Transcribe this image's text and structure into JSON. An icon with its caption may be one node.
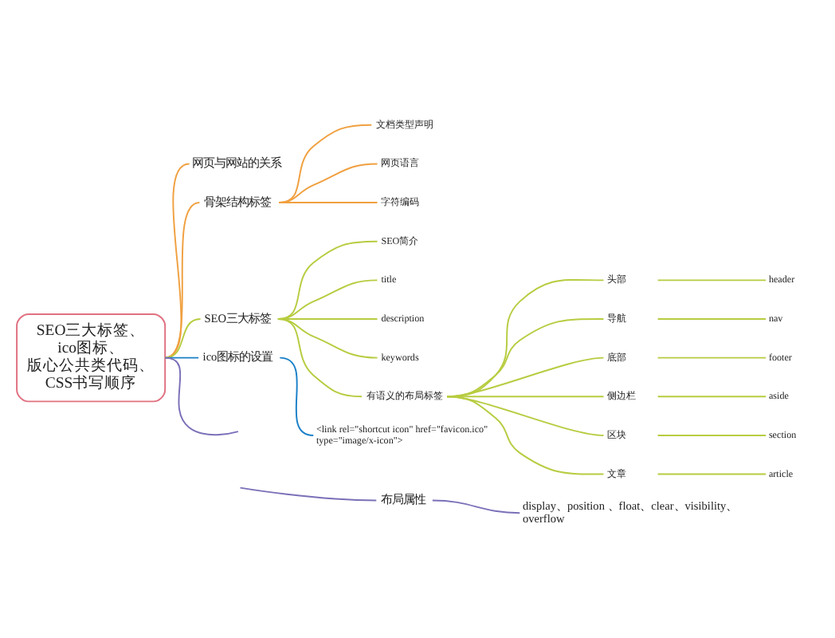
{
  "diagram": {
    "nodes": [
      {
        "text": [
          "SEO三大标签、ico图标、版心公共类代码、CSS书写顺序"
        ]
      },
      {
        "text": [
          "网页与网站的关系"
        ]
      },
      {
        "text": [
          "骨架结构标签"
        ]
      },
      {
        "text": [
          "文档类型声明"
        ]
      },
      {
        "text": [
          "网页语言"
        ]
      },
      {
        "text": [
          "字符编码"
        ]
      },
      {
        "text": [
          "SEO三大标签"
        ]
      },
      {
        "text": [
          "SEO简介"
        ]
      },
      {
        "text": [
          "title"
        ]
      },
      {
        "text": [
          "description"
        ]
      },
      {
        "text": [
          "keywords"
        ]
      },
      {
        "text": [
          "有语义的布局标签"
        ]
      },
      {
        "text": [
          "头部"
        ]
      },
      {
        "text": [
          "header"
        ]
      },
      {
        "text": [
          "导航"
        ]
      },
      {
        "text": [
          "nav"
        ]
      },
      {
        "text": [
          "底部"
        ]
      },
      {
        "text": [
          "footer"
        ]
      },
      {
        "text": [
          "侧边栏"
        ]
      },
      {
        "text": [
          "aside"
        ]
      },
      {
        "text": [
          "区块"
        ]
      },
      {
        "text": [
          "section"
        ]
      },
      {
        "text": [
          "文章"
        ]
      },
      {
        "text": [
          "article"
        ]
      },
      {
        "text": [
          "ico图标的设置"
        ]
      },
      {
        "text": [
          "<link rel=\"shortcut icon\" href=\"favicon.ico\" type=\"image/x-icon\">"
        ]
      },
      {
        "text": [
          "布局属性"
        ]
      },
      {
        "text": [
          "display、position 、float、clear、visibility、 overflow"
        ]
      }
    ],
    "edges": [
      {
        "from": 0,
        "to": 1,
        "arrow": "none",
        "color": "#f0a040"
      },
      {
        "from": 0,
        "to": 2,
        "arrow": "none",
        "color": "#f0a040"
      },
      {
        "from": 2,
        "to": 3,
        "arrow": "none",
        "color": "#f0a040"
      },
      {
        "from": 2,
        "to": 4,
        "arrow": "none",
        "color": "#f0a040"
      },
      {
        "from": 2,
        "to": 5,
        "arrow": "none",
        "color": "#f0a040"
      },
      {
        "from": 0,
        "to": 6,
        "arrow": "none"
      },
      {
        "from": 6,
        "to": 7,
        "arrow": "none"
      },
      {
        "from": 6,
        "to": 8,
        "arrow": "none"
      },
      {
        "from": 6,
        "to": 9,
        "arrow": "none"
      },
      {
        "from": 6,
        "to": 10,
        "arrow": "none"
      },
      {
        "from": 6,
        "to": 11,
        "arrow": "none"
      },
      {
        "from": 11,
        "to": 12,
        "arrow": "none"
      },
      {
        "from": 12,
        "to": 13,
        "arrow": "none"
      },
      {
        "from": 11,
        "to": 14,
        "arrow": "none"
      },
      {
        "from": 14,
        "to": 15,
        "arrow": "none"
      },
      {
        "from": 11,
        "to": 16,
        "arrow": "none"
      },
      {
        "from": 16,
        "to": 17,
        "arrow": "none"
      },
      {
        "from": 11,
        "to": 18,
        "arrow": "none"
      },
      {
        "from": 18,
        "to": 19,
        "arrow": "none"
      },
      {
        "from": 11,
        "to": 20,
        "arrow": "none"
      },
      {
        "from": 20,
        "to": 21,
        "arrow": "none"
      },
      {
        "from": 11,
        "to": 22,
        "arrow": "none"
      },
      {
        "from": 22,
        "to": 23,
        "arrow": "none"
      },
      {
        "from": 0,
        "to": 24,
        "arrow": "none",
        "color": "#1a80c8"
      },
      {
        "from": 24,
        "to": 25,
        "arrow": "none",
        "color": "#1a80c8"
      },
      {
        "from": 0,
        "to": null,
        "arrow": "none",
        "color": "#7a70b8"
      },
      {
        "from": null,
        "to": 26,
        "arrow": "none",
        "color": "#7a70b8"
      },
      {
        "from": 26,
        "to": 27,
        "arrow": "none",
        "color": "#7a70b8"
      }
    ]
  }
}
